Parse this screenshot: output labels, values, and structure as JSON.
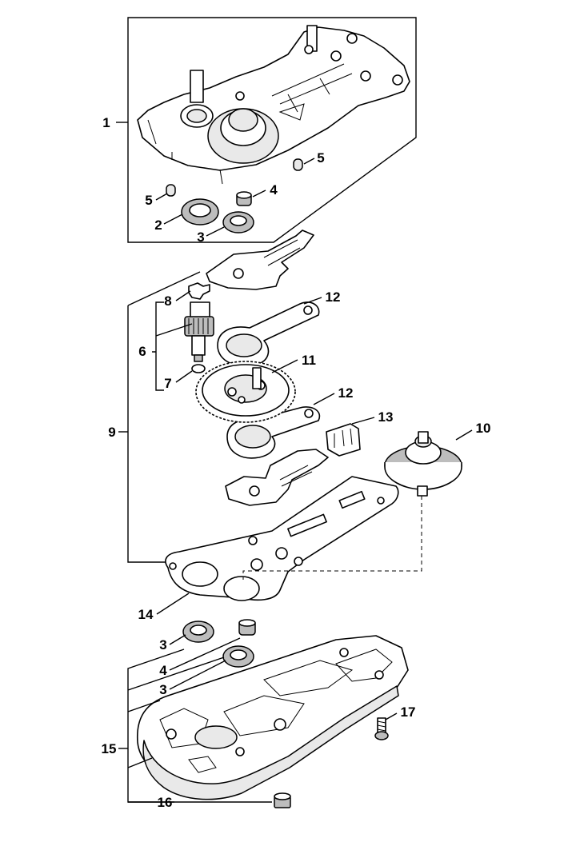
{
  "callouts": [
    {
      "id": "c1",
      "text": "1"
    },
    {
      "id": "c2",
      "text": "2"
    },
    {
      "id": "c3a",
      "text": "3"
    },
    {
      "id": "c4a",
      "text": "4"
    },
    {
      "id": "c5a",
      "text": "5"
    },
    {
      "id": "c5b",
      "text": "5"
    },
    {
      "id": "c6",
      "text": "6"
    },
    {
      "id": "c7",
      "text": "7"
    },
    {
      "id": "c8",
      "text": "8"
    },
    {
      "id": "c9",
      "text": "9"
    },
    {
      "id": "c10",
      "text": "10"
    },
    {
      "id": "c11",
      "text": "11"
    },
    {
      "id": "c12a",
      "text": "12"
    },
    {
      "id": "c12b",
      "text": "12"
    },
    {
      "id": "c13",
      "text": "13"
    },
    {
      "id": "c14",
      "text": "14"
    },
    {
      "id": "c3b",
      "text": "3"
    },
    {
      "id": "c4b",
      "text": "4"
    },
    {
      "id": "c3c",
      "text": "3"
    },
    {
      "id": "c15",
      "text": "15"
    },
    {
      "id": "c16",
      "text": "16"
    },
    {
      "id": "c17",
      "text": "17"
    }
  ]
}
